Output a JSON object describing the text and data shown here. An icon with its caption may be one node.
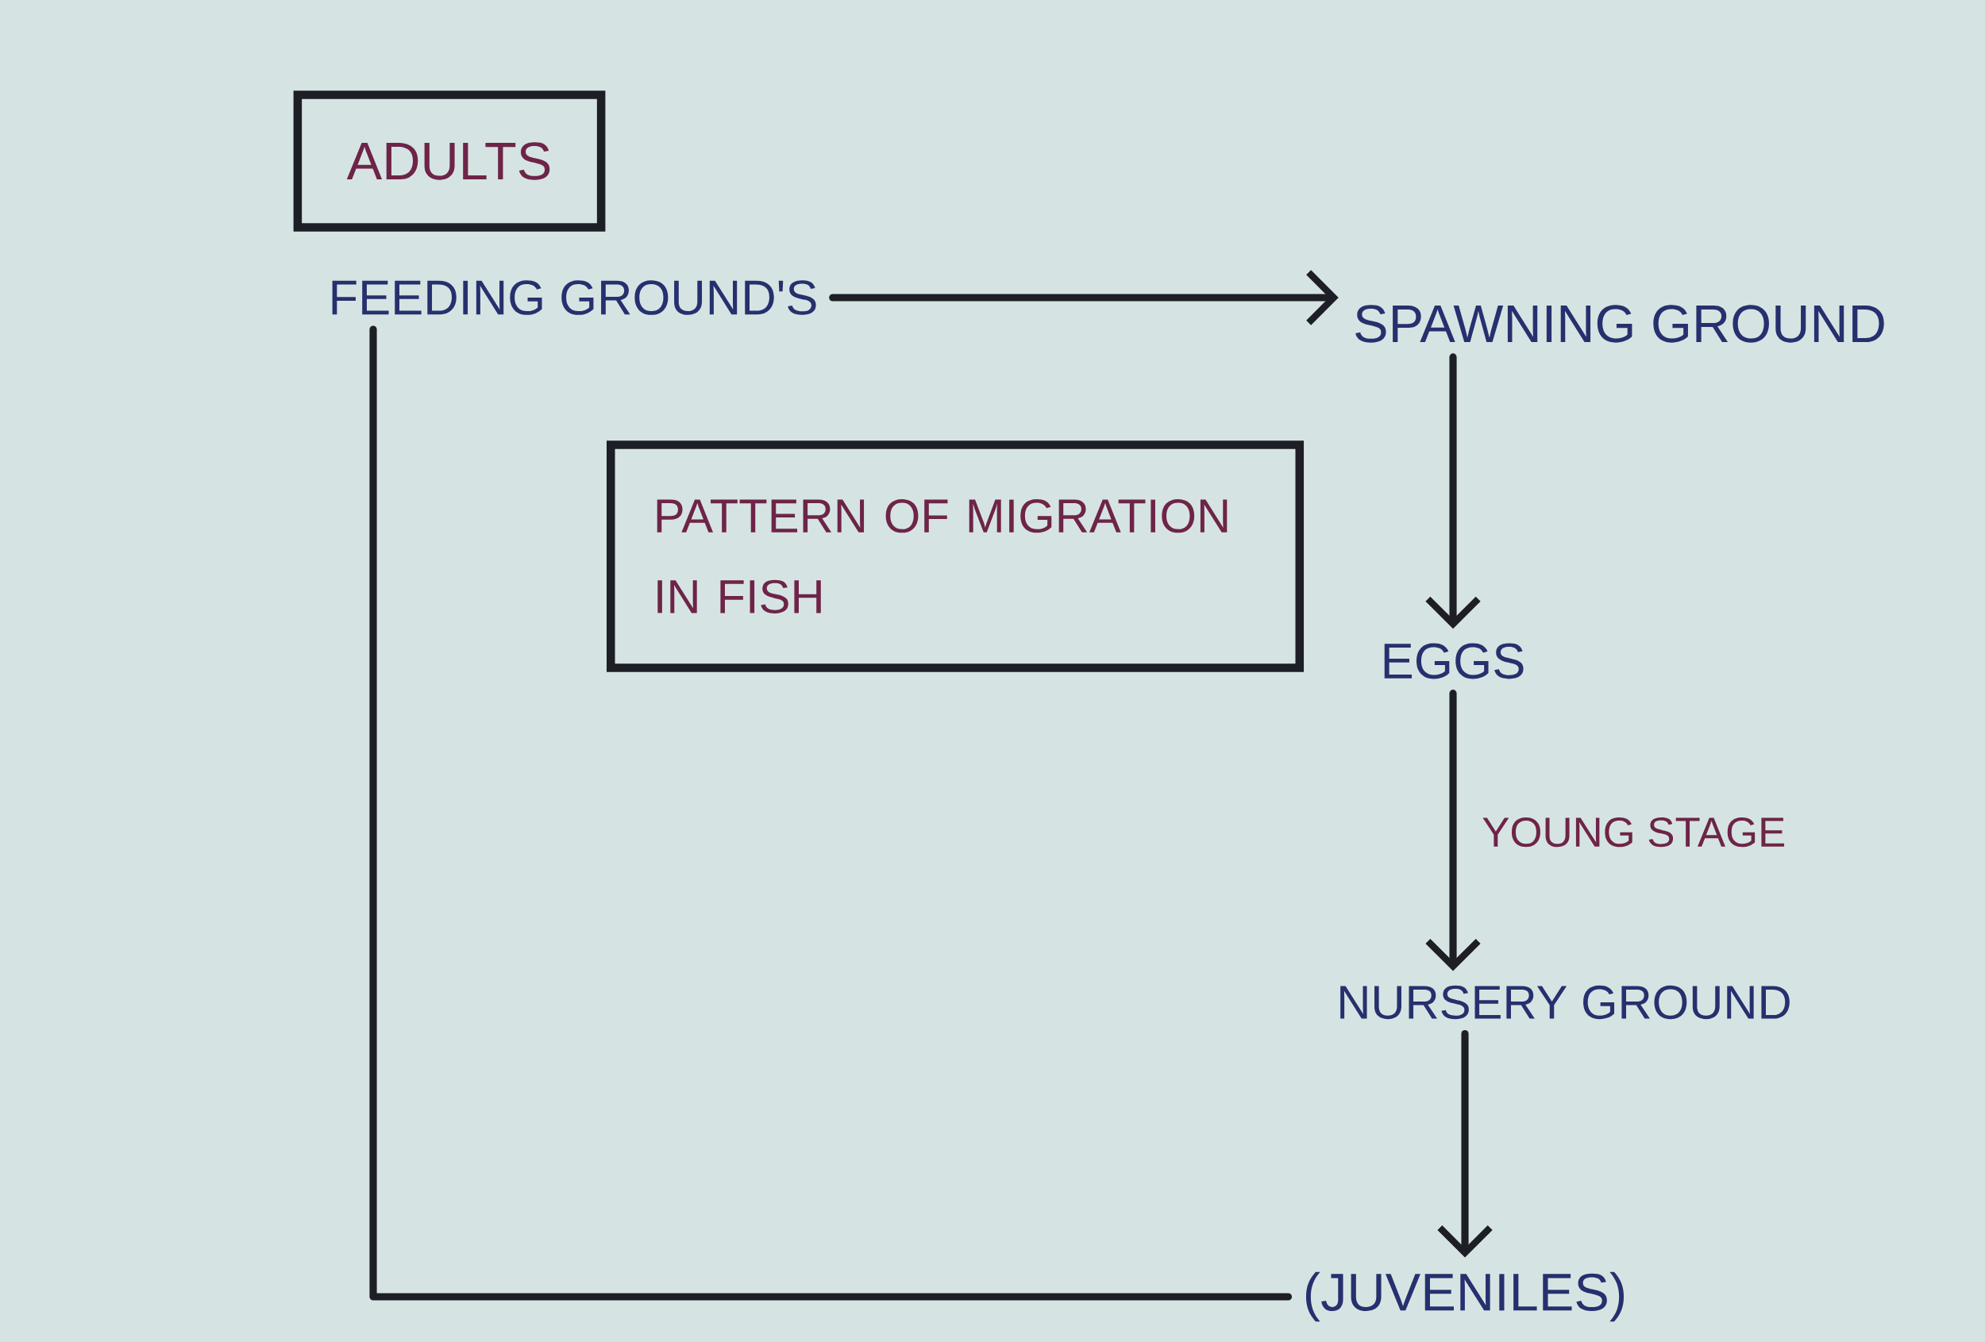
{
  "diagram": {
    "nodes": [
      {
        "text": [
          "ADULTS"
        ]
      },
      {
        "text": [
          "FEEDING GROUND'S"
        ]
      },
      {
        "text": [
          "SPAWNING GROUND"
        ]
      },
      {
        "text": [
          "PATTERN OF MIGRATION IN FISH"
        ]
      },
      {
        "text": [
          "EGGS"
        ]
      },
      {
        "text": [
          "NURSERY GROUND"
        ]
      },
      {
        "text": [
          "(JUVENILES)"
        ]
      }
    ],
    "edges": [
      {
        "from": 1,
        "to": 2,
        "arrow": "to"
      },
      {
        "from": 2,
        "to": 4,
        "arrow": "to"
      },
      {
        "from": 4,
        "to": 5,
        "arrow": "to",
        "label": "YOUNG STAGE"
      },
      {
        "from": 5,
        "to": 6,
        "arrow": "to"
      },
      {
        "from": 6,
        "to": 1,
        "arrow": "none"
      }
    ]
  }
}
